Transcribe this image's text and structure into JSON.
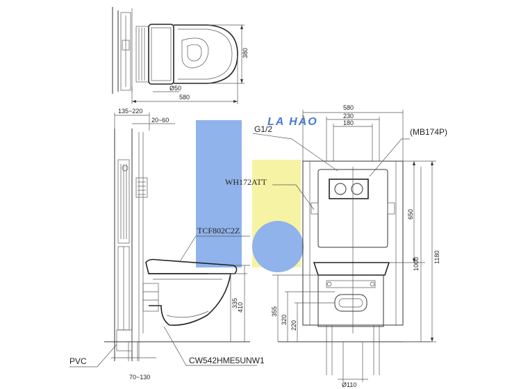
{
  "watermark": {
    "text": "LA HÀO",
    "colors": {
      "blue": "#8fb3ea",
      "yellow": "#f7f3a4",
      "text": "#4a78d0"
    }
  },
  "top_view": {
    "dims": {
      "height": "380",
      "pipe": "Ø50",
      "width": "580"
    }
  },
  "side_view": {
    "dims": {
      "top_range": "135~220",
      "wall_offset": "20~60",
      "seat_height": "335",
      "total_height": "410",
      "bottom_range": "70~130"
    },
    "labels": {
      "seat": "TCF802C2Z",
      "pvc": "PVC",
      "bowl": "CW542HME5UNW1"
    }
  },
  "front_view": {
    "dims": {
      "width": "580",
      "mid": "230",
      "inner": "180",
      "h650": "650",
      "h1180": "1180",
      "h1000": "1000",
      "h355": "355",
      "h320": "320",
      "h220": "220",
      "pipe": "Ø110"
    },
    "labels": {
      "inlet": "G1/2",
      "plate": "(MB174P)",
      "tank": "WH172ATT"
    }
  }
}
